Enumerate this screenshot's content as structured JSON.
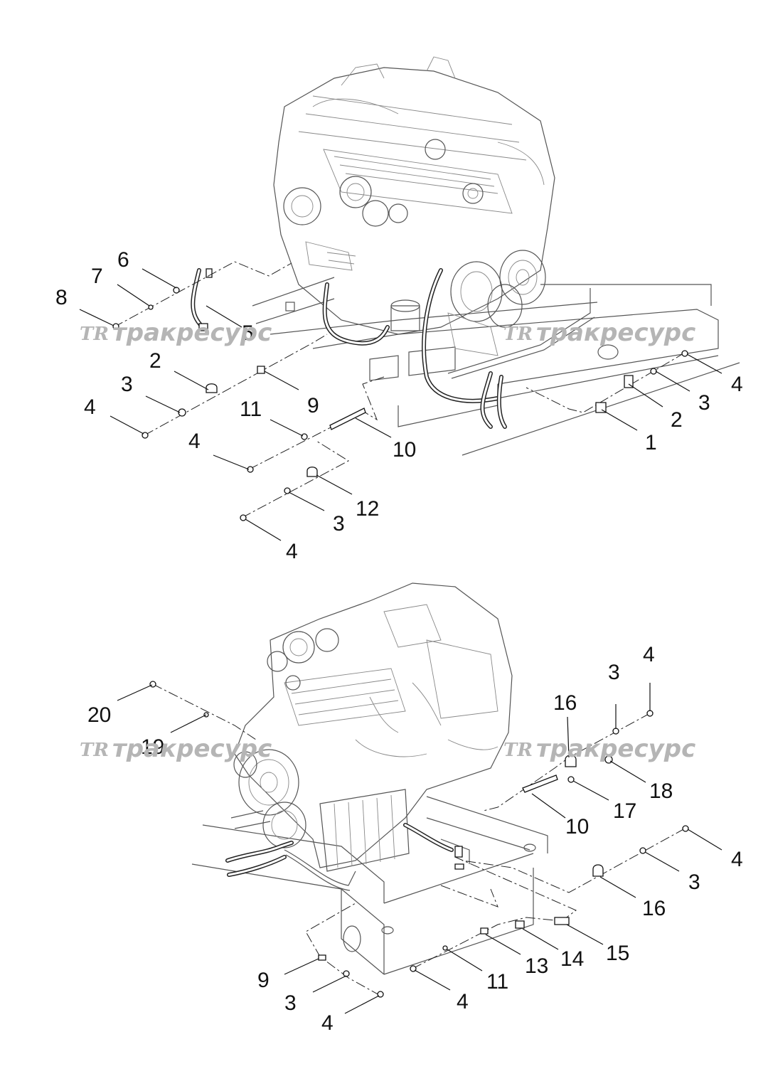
{
  "watermark": {
    "logo": "TR",
    "text": "тракресурс"
  },
  "top_view": {
    "callouts": [
      "6",
      "7",
      "8",
      "5",
      "2",
      "3",
      "4",
      "9",
      "11",
      "4",
      "10",
      "12",
      "3",
      "4",
      "4",
      "3",
      "2",
      "1"
    ]
  },
  "bottom_view": {
    "callouts": [
      "20",
      "19",
      "16",
      "3",
      "4",
      "18",
      "17",
      "10",
      "4",
      "3",
      "16",
      "15",
      "14",
      "13",
      "11",
      "4",
      "9",
      "3",
      "4"
    ]
  }
}
